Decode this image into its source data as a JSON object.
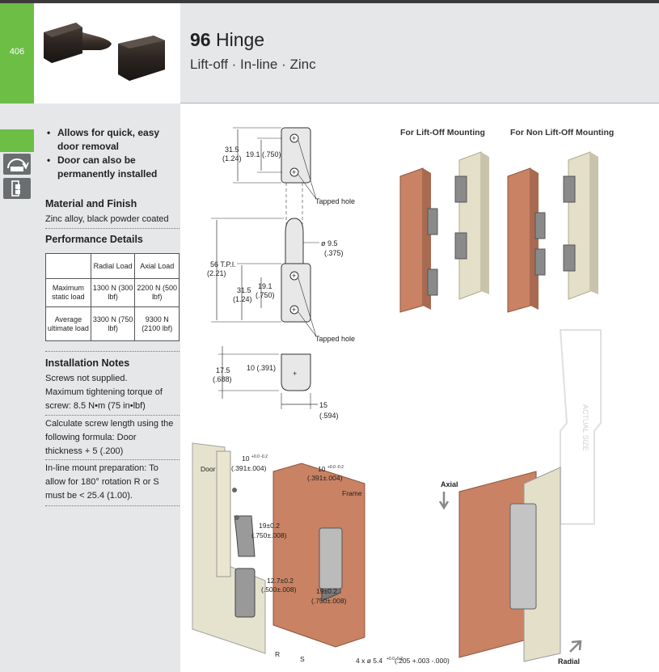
{
  "page_number": "406",
  "header": {
    "title_number": "96",
    "title_word": "Hinge",
    "subtitle": "Lift-off · In-line · Zinc"
  },
  "features": [
    "Allows for quick, easy door removal",
    "Door can also be permanently installed"
  ],
  "material": {
    "heading": "Material and Finish",
    "text": "Zinc alloy, black powder coated"
  },
  "performance": {
    "heading": "Performance Details",
    "columns": [
      "",
      "Radial Load",
      "Axial Load"
    ],
    "rows": [
      {
        "label": "Maximum static load",
        "radial": "1300 N (300 lbf)",
        "axial": "2200 N (500 lbf)"
      },
      {
        "label": "Average ultimate load",
        "radial": "3300 N (750 lbf)",
        "axial": "9300 N (2100 lbf)"
      }
    ]
  },
  "installation": {
    "heading": "Installation Notes",
    "notes": [
      "Screws not supplied.",
      "Maximum tightening torque of screw: 8.5 N•m (75 in•lbf)",
      "Calculate screw length using the following formula: Door thickness + 5 (.200)",
      "In-line mount preparation: To allow for 180° rotation R or S must be < 25.4 (1.00)."
    ]
  },
  "drawing": {
    "dims": {
      "top_h": "31.5",
      "top_h_in": "(1.24)",
      "hole_sp": "19.1 (.750)",
      "tapped": "Tapped hole",
      "pin_dia": "ø 9.5",
      "pin_dia_in": "(.375)",
      "tpi": "56 T.P.I.",
      "tpi_in": "(2.21)",
      "bot_h": "31.5",
      "bot_h_in": "(1.24)",
      "bot_sp": "19.1",
      "bot_sp_in": "(.750)",
      "end_h": "17.5",
      "end_h_in": "(.688)",
      "end_w": "10 (.391)",
      "end_d": "15",
      "end_d_in": "(.594)"
    },
    "mounting": {
      "lift_off": "For Lift-Off Mounting",
      "non_lift_off": "For Non Lift-Off Mounting"
    },
    "install": {
      "door": "Door",
      "frame": "Frame",
      "dim_left": "10",
      "dim_left_tol": "+0.0 -0.2",
      "dim_left_in": "(.391±.004)",
      "dim_right": "10",
      "dim_right_tol": "+0.0 -0.2",
      "dim_right_in": "(.391±.004)",
      "d19a": "19±0.2",
      "d19a_in": "(.750±.008)",
      "d127": "12.7±0.2",
      "d127_in": "(.500±.008)",
      "d19b": "19±0.2",
      "d19b_in": "(.750±.008)",
      "holes": "4 x ø 5.4",
      "holes_tol": "+0.0 -0.2",
      "holes_in": "(.205 +.003 -.000)",
      "r": "R",
      "s": "S"
    },
    "loads": {
      "axial": "Axial",
      "radial": "Radial"
    },
    "actual_size": "ACTUAL SIZE"
  },
  "colors": {
    "green": "#6cbe45",
    "gray_bg": "#e6e7e8",
    "copper": "#c98263",
    "beige": "#e3dfc9",
    "dark_part": "#2e2824"
  }
}
